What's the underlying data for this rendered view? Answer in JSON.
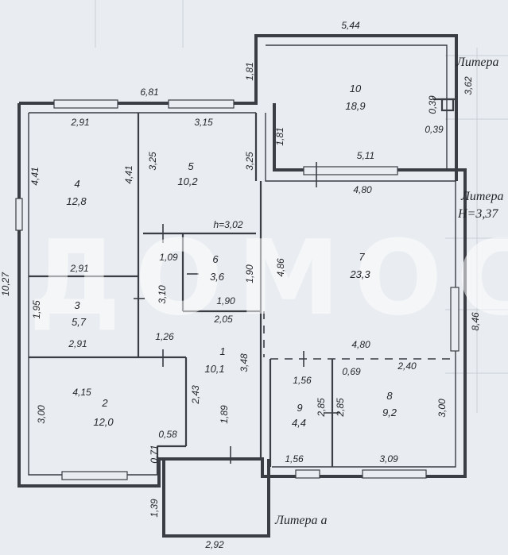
{
  "colors": {
    "paper": "#e9edf1",
    "ink": "#3a3d44",
    "watermark": "#ffffff"
  },
  "watermark": "ДОМОС",
  "literas": {
    "main": "Литера",
    "main_h": "H=3,37",
    "a": "Литера а",
    "top": "Литера"
  },
  "rooms": [
    {
      "num": "1",
      "area": "10,1"
    },
    {
      "num": "2",
      "area": "12,0"
    },
    {
      "num": "3",
      "area": "5,7"
    },
    {
      "num": "4",
      "area": "12,8"
    },
    {
      "num": "5",
      "area": "10,2"
    },
    {
      "num": "6",
      "area": "3,6"
    },
    {
      "num": "7",
      "area": "23,3"
    },
    {
      "num": "8",
      "area": "9,2"
    },
    {
      "num": "9",
      "area": "4,4"
    },
    {
      "num": "10",
      "area": "18,9"
    }
  ],
  "dims": {
    "top_544": "5,44",
    "top_681": "6,81",
    "left_1027": "10,27",
    "d181a": "1,81",
    "d181b": "1,81",
    "d362": "3,62",
    "d039a": "0,39",
    "d039b": "0,39",
    "d291a": "2,91",
    "d315": "3,15",
    "d441a": "4,41",
    "d441b": "4,41",
    "d325a": "3,25",
    "d325b": "3,25",
    "d511": "5,11",
    "d480a": "4,80",
    "h302": "h=3,02",
    "d109": "1,09",
    "d190a": "1,90",
    "d486": "4,86",
    "d291b": "2,91",
    "d195": "1,95",
    "d310": "3,10",
    "d190b": "1,90",
    "d205": "2,05",
    "d846": "8,46",
    "d291c": "2,91",
    "d126": "1,26",
    "d348": "3,48",
    "d480b": "4,80",
    "d415": "4,15",
    "d156a": "1,56",
    "d069": "0,69",
    "d240": "2,40",
    "d243": "2,43",
    "d300a": "3,00",
    "d285a": "2,85",
    "d285b": "2,85",
    "d300b": "3,00",
    "d189": "1,89",
    "d058": "0,58",
    "d071": "0,71",
    "d156b": "1,56",
    "d309": "3,09",
    "d139": "1,39",
    "d292": "2,92"
  }
}
